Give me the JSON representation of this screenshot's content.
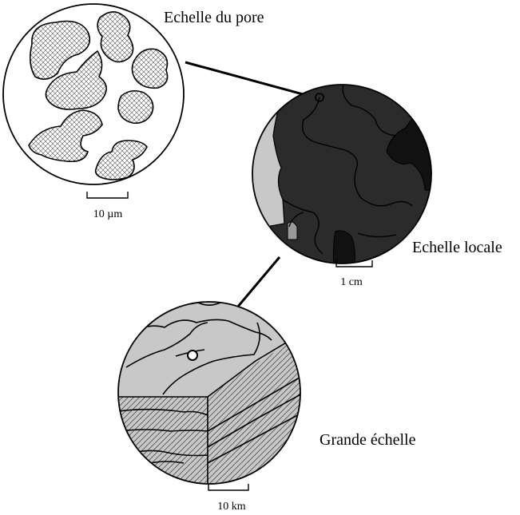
{
  "scales": {
    "pore": {
      "label": "Echelle du pore",
      "scale_bar": "10 µm"
    },
    "local": {
      "label": "Echelle locale",
      "scale_bar": "1 cm"
    },
    "large": {
      "label": "Grande échelle",
      "scale_bar": "10 km"
    }
  },
  "colors": {
    "outline": "#000000",
    "light_gray": "#c8c8c8",
    "dark_fill": "#2b2b2b",
    "darker_fill": "#111111",
    "hatch": "#555555"
  }
}
